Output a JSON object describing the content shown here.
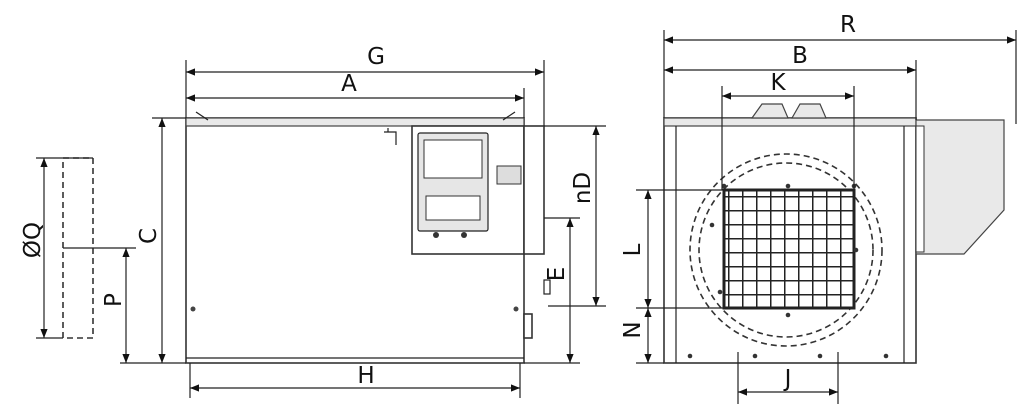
{
  "dimension_labels": {
    "G": "G",
    "A": "A",
    "C": "C",
    "Q": "ØQ",
    "P": "P",
    "H": "H",
    "nD": "nD",
    "E": "E",
    "R": "R",
    "B": "B",
    "K": "K",
    "L": "L",
    "N": "N",
    "J": "J"
  }
}
